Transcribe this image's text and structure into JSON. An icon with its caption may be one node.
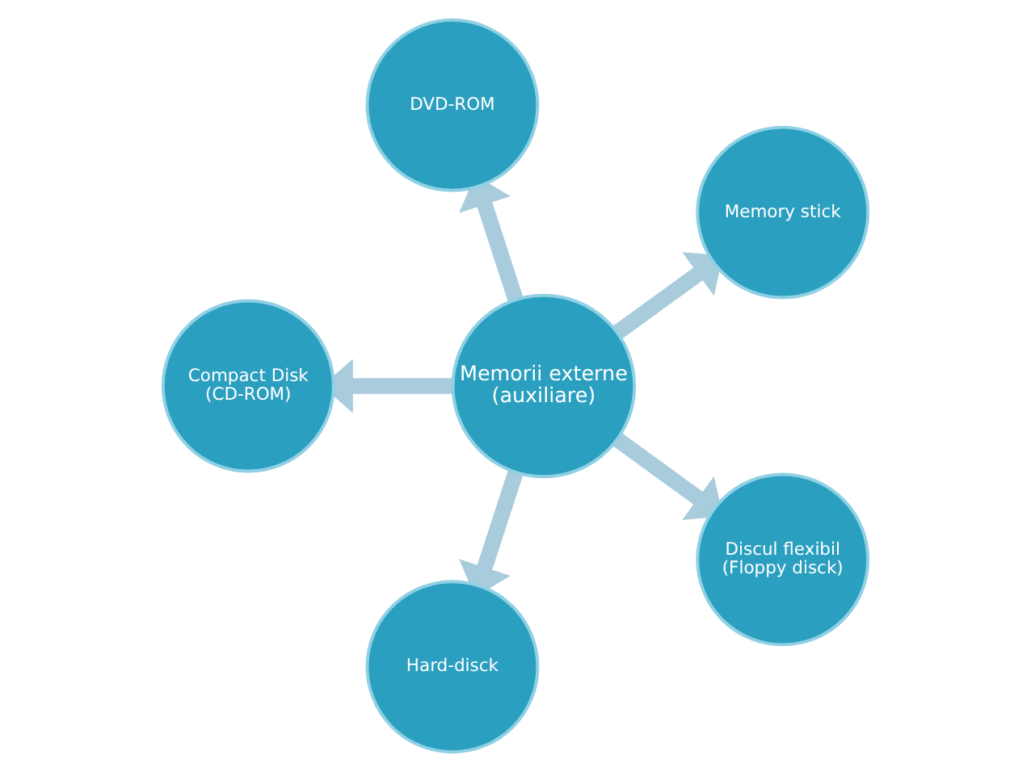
{
  "diagram": {
    "nodes": [
      {
        "text": [
          "Memorii externe",
          "(auxiliare)"
        ]
      },
      {
        "text": [
          "Discul flexibil",
          "(Floppy disck)"
        ]
      },
      {
        "text": [
          "Hard-disck"
        ]
      },
      {
        "text": [
          "Compact Disk",
          "(CD-ROM)"
        ]
      },
      {
        "text": [
          "DVD-ROM"
        ]
      },
      {
        "text": [
          "Memory stick"
        ]
      }
    ],
    "edges": [
      {
        "from": 0,
        "to": 1,
        "arrow": "to"
      },
      {
        "from": 0,
        "to": 2,
        "arrow": "to"
      },
      {
        "from": 0,
        "to": 3,
        "arrow": "to"
      },
      {
        "from": 0,
        "to": 4,
        "arrow": "to"
      },
      {
        "from": 0,
        "to": 5,
        "arrow": "to"
      }
    ]
  }
}
